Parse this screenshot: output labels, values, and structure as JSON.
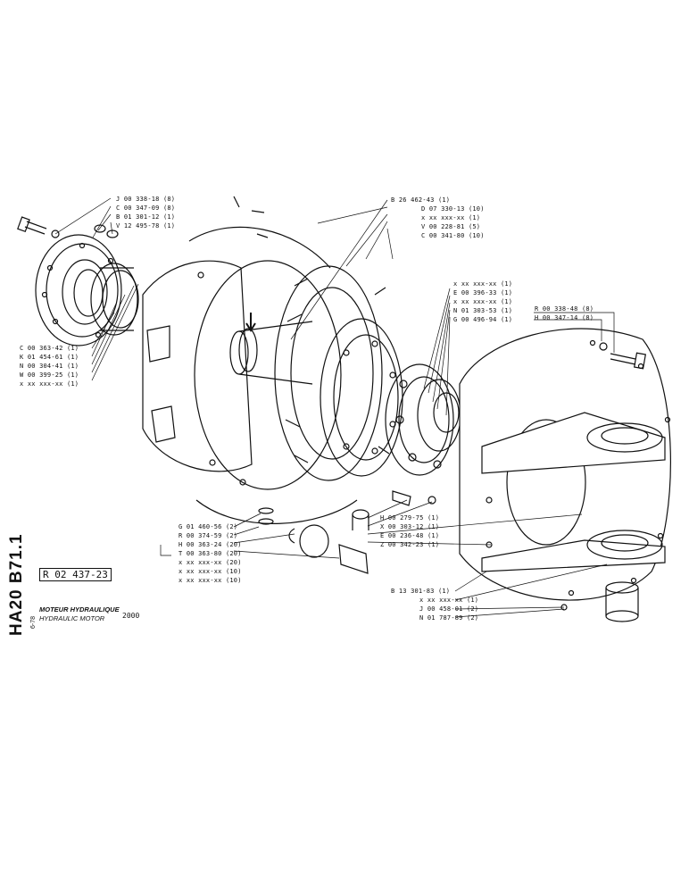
{
  "sheet": {
    "side_code": "HA20 B71.1",
    "side_date": "6-78",
    "ref_number": "R 02 437-23",
    "title_fr": "MOTEUR HYDRAULIQUE",
    "title_en": "HYDRAULIC MOTOR",
    "year": "2000"
  },
  "callouts": {
    "top_left": [
      "J 00 338-18 (8)",
      "C 00 347-09 (8)",
      "B 01 301-12 (1)",
      "V 12 495-78 (1)"
    ],
    "left": [
      "C 00 363-42 (1)",
      "K 01 454-61 (1)",
      "N 00 304-41 (1)",
      "W 00 399-25 (1)",
      "x xx xxx-xx (1)"
    ],
    "top_center": [
      "B 26 462-43 (1)",
      "D 07 330-13 (10)",
      "x xx xxx-xx (1)",
      "V 00 228-81 (5)",
      "C 00 341-80 (10)"
    ],
    "right_upper": [
      "x xx xxx-xx (1)",
      "E 00 396-33 (1)",
      "x xx xxx-xx (1)",
      "N 01 303-53 (1)",
      "G 00 496-94 (1)"
    ],
    "far_right": [
      "R 00 338-48 (8)",
      "H 00 347-14 (8)"
    ],
    "bottom_left": [
      "G 01 460-56 (2)",
      "R 00 374-59 (2)",
      "H 00 363-24 (20)",
      "T 00 363-80 (20)",
      "x xx xxx-xx (20)",
      "x xx xxx-xx (10)",
      "x xx xxx-xx (10)"
    ],
    "bottom_center": [
      "H 00 279-75 (1)",
      "X 00 303-12 (1)",
      "E 00 236-48 (1)",
      "Z 00 342-23 (1)"
    ],
    "bottom_right": [
      "B 13 301-83 (1)",
      "x xx xxx-xx (1)",
      "J 00 458-01 (2)",
      "N 01 787-89 (2)"
    ]
  }
}
